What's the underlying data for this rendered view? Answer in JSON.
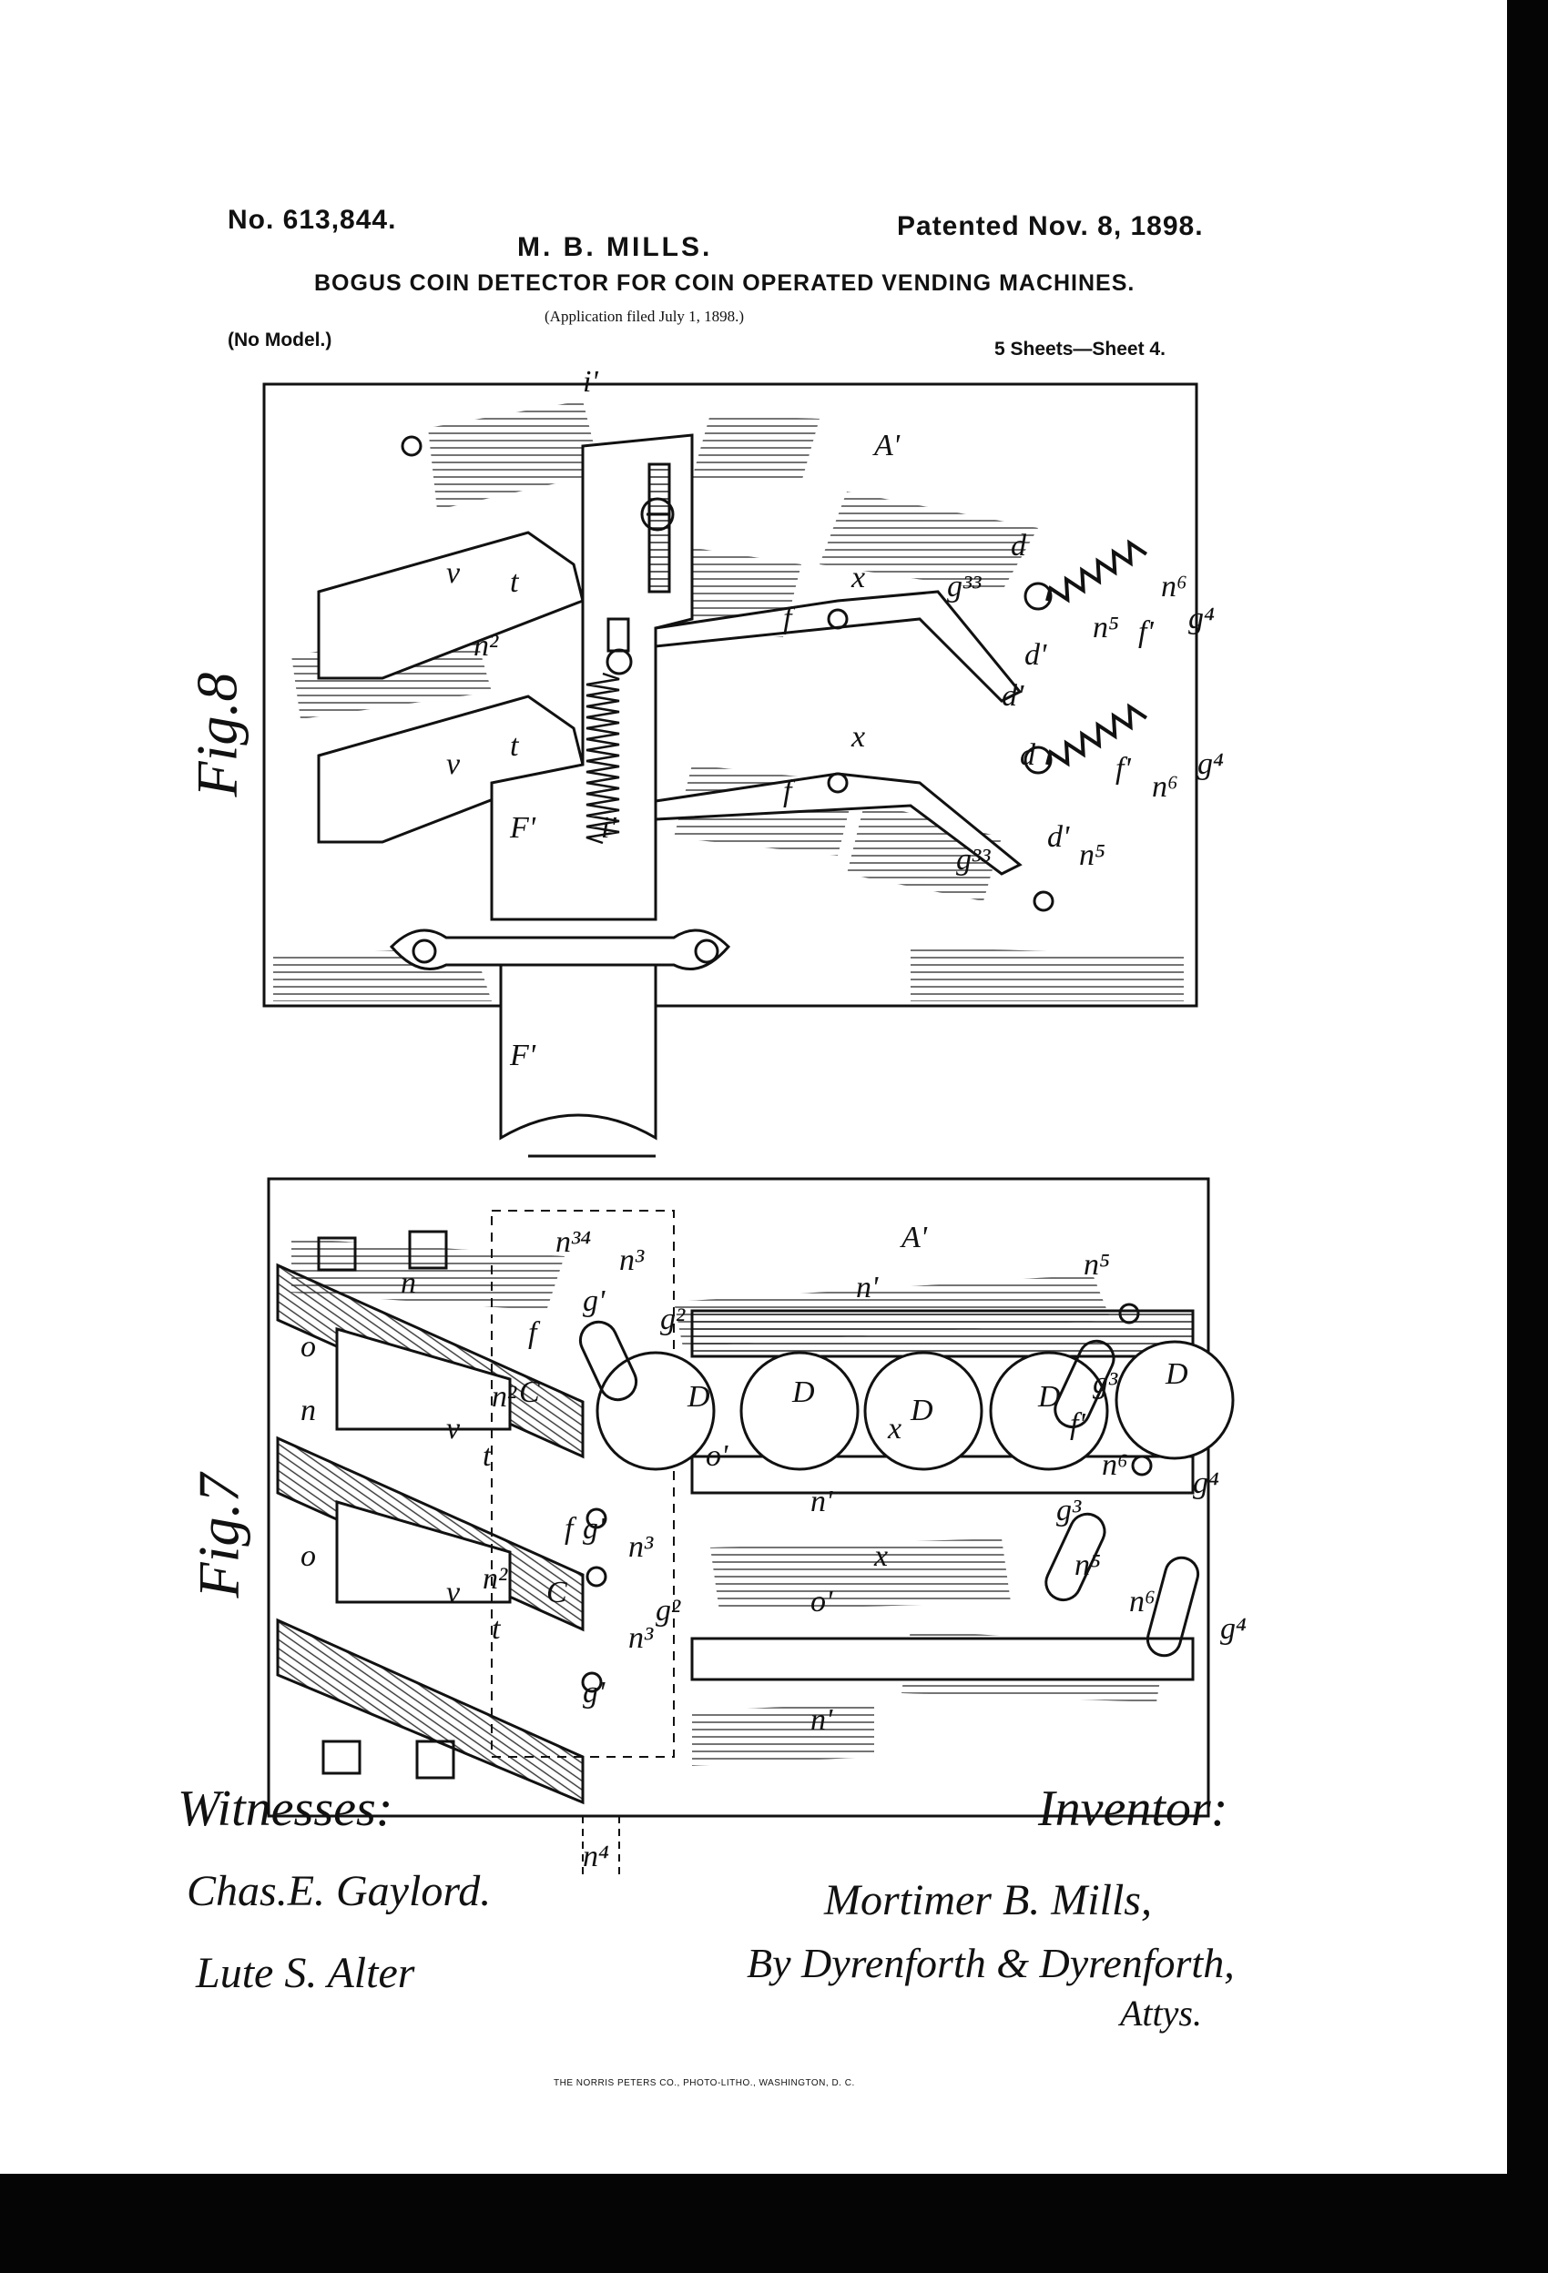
{
  "header": {
    "patent_number": "No. 613,844.",
    "patent_date": "Patented Nov. 8, 1898.",
    "inventor_name": "M. B. MILLS.",
    "title": "BOGUS COIN DETECTOR FOR COIN OPERATED VENDING MACHINES.",
    "filed": "(Application filed July 1, 1898.)",
    "model": "(No Model.)",
    "sheets": "5 Sheets—Sheet 4."
  },
  "figures": {
    "fig8": "Fig.8",
    "fig7": "Fig.7"
  },
  "reference_letters": {
    "fig8": [
      "i'",
      "A'",
      "v",
      "t",
      "n²",
      "v",
      "t",
      "F'",
      "i'",
      "x",
      "f",
      "x",
      "f",
      "d",
      "g³³",
      "n⁶",
      "n⁵",
      "f'",
      "g⁴",
      "d'",
      "d'",
      "d",
      "f'",
      "n⁶",
      "n⁵",
      "g³³",
      "g⁴",
      "d'",
      "F'"
    ],
    "fig7": [
      "n",
      "o",
      "n",
      "v",
      "n²",
      "t",
      "C",
      "f",
      "g'",
      "n³⁴",
      "n³",
      "g²",
      "n'",
      "A'",
      "n⁵",
      "D",
      "D",
      "D",
      "D",
      "D",
      "o'",
      "f'",
      "g³",
      "x",
      "n⁶",
      "g⁴",
      "o",
      "v",
      "n²",
      "t",
      "C",
      "g'",
      "n³",
      "f",
      "n'",
      "g²",
      "o'",
      "x",
      "g³",
      "n⁵",
      "n⁶",
      "g⁴",
      "n'",
      "n³",
      "g'",
      "n⁴"
    ]
  },
  "signatures": {
    "witnesses_label": "Witnesses:",
    "witness_1": "Chas.E. Gaylord.",
    "witness_2": "Lute S. Alter",
    "inventor_label": "Inventor:",
    "inventor_signature": "Mortimer B. Mills,",
    "attorneys": "By Dyrenforth & Dyrenforth,",
    "attys_label": "Attys."
  },
  "footer": {
    "printer": "THE NORRIS PETERS CO., PHOTO-LITHO., WASHINGTON, D. C."
  }
}
